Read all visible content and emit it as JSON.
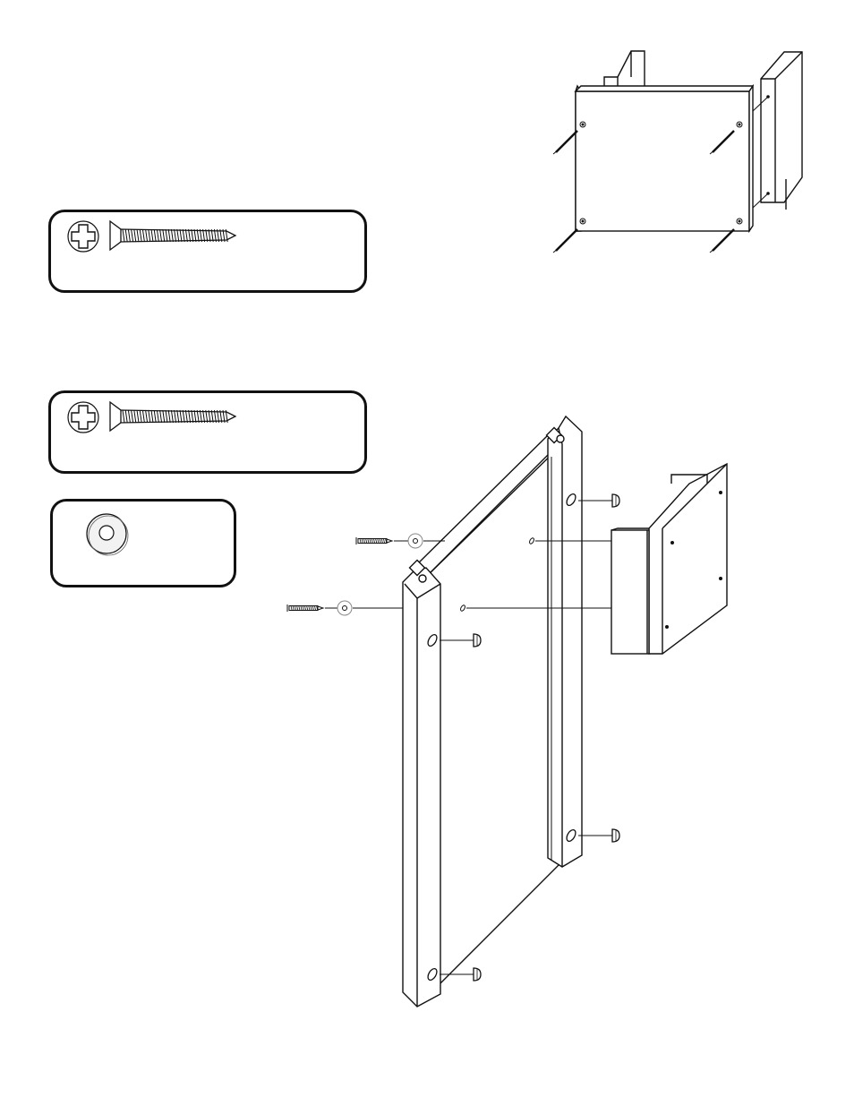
{
  "page": {
    "background": "#ffffff",
    "line_color": "#111111"
  },
  "hardware": [
    {
      "name": "phillips-flat-head-screw",
      "icon": "phillips-head-icon"
    },
    {
      "name": "phillips-flat-head-screw",
      "icon": "phillips-head-icon"
    },
    {
      "name": "washer",
      "icon": "washer-icon"
    }
  ]
}
